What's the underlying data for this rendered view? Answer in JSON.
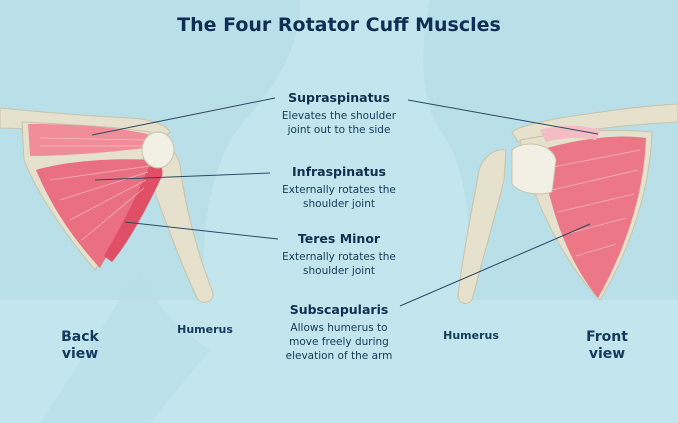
{
  "title": "The Four Rotator Cuff Muscles",
  "muscles": [
    {
      "name": "Supraspinatus",
      "description_lines": [
        "Elevates the shoulder",
        "joint out to the side"
      ]
    },
    {
      "name": "Infraspinatus",
      "description_lines": [
        "Externally rotates the",
        "shoulder joint"
      ]
    },
    {
      "name": "Teres Minor",
      "description_lines": [
        "Externally rotates the",
        "shoulder joint"
      ]
    },
    {
      "name": "Subscapularis",
      "description_lines": [
        "Allows humerus to",
        "move freely during",
        "elevation of the arm"
      ]
    }
  ],
  "bone_labels": {
    "left": "Humerus",
    "right": "Humerus"
  },
  "views": {
    "back": [
      "Back",
      "view"
    ],
    "front": [
      "Front",
      "view"
    ]
  },
  "colors": {
    "background": "#bfe3ec",
    "muscle": "#ee7f8c",
    "bone": "#e6e1cc",
    "text": "#123a5a"
  }
}
